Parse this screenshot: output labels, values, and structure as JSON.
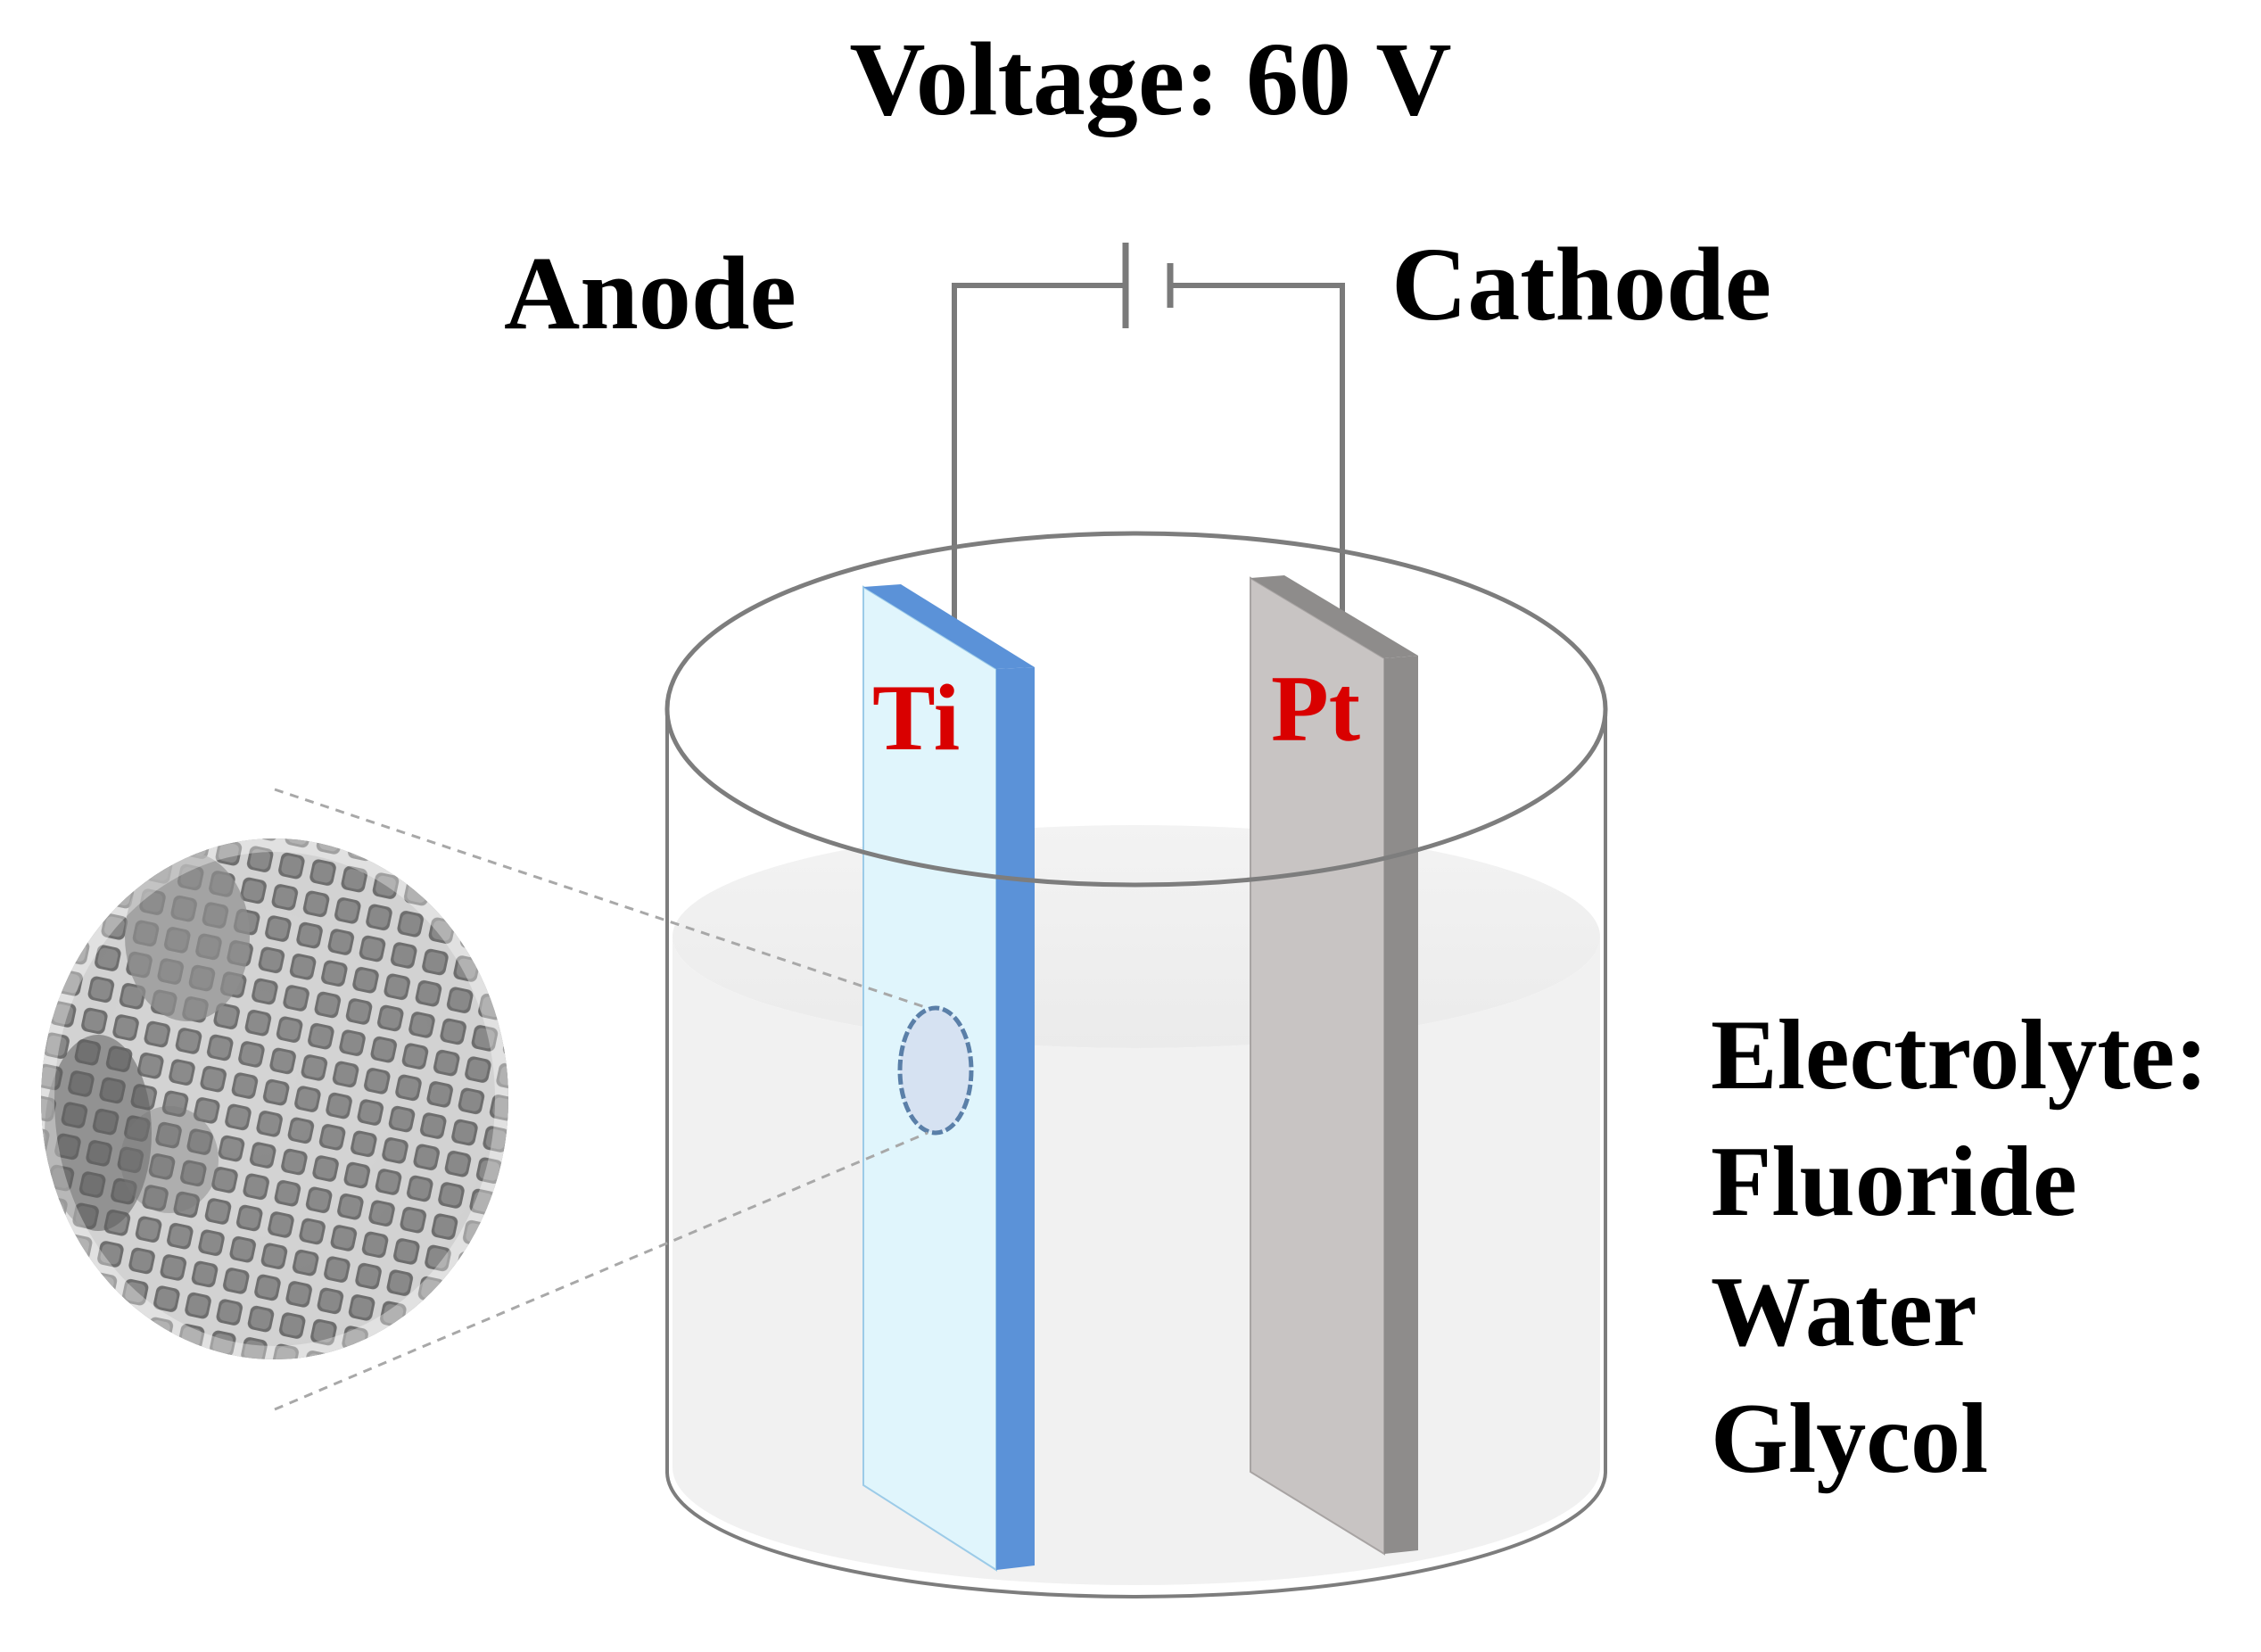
{
  "title": "Voltage: 60 V",
  "anode_label": "Anode",
  "cathode_label": "Cathode",
  "anode_electrode": {
    "label": "Ti",
    "label_color": "#d90000",
    "face_color": "#e0f5fc",
    "edge_color": "#5b92d8"
  },
  "cathode_electrode": {
    "label": "Pt",
    "label_color": "#d90000",
    "face_color": "#c8c4c3",
    "edge_color": "#8e8c8b"
  },
  "electrolyte": {
    "heading": "Electrolyte:",
    "components": [
      "Fluoride",
      "Water",
      "Glycol"
    ]
  },
  "colors": {
    "wire": "#7a7a7a",
    "beaker_outline": "#7d7d7d",
    "text": "#000000"
  },
  "inset": {
    "icon": "nanotube-array-micrograph-icon"
  }
}
